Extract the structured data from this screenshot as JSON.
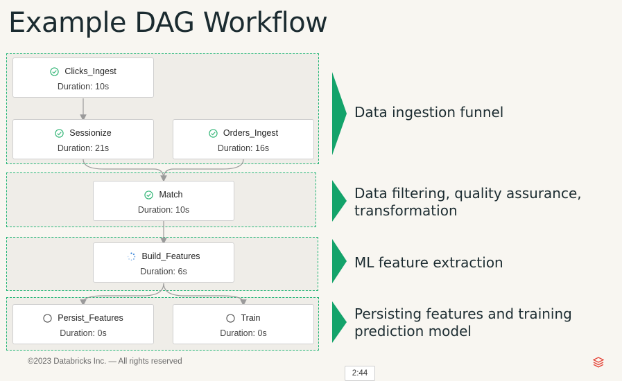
{
  "slide": {
    "title": "Example DAG Workflow",
    "footer": "©2023 Databricks Inc. — All rights reserved",
    "timer": "2:44"
  },
  "colors": {
    "accent_green": "#1fb574",
    "chevron_green": "#13a36a",
    "success_icon": "#35b678",
    "running_icon": "#2f7fd8",
    "pending_icon": "#555555",
    "logo_red": "#e5473b"
  },
  "nodes": {
    "clicks_ingest": {
      "name": "Clicks_Ingest",
      "duration": "Duration: 10s",
      "status_icon": "check-circle-icon"
    },
    "sessionize": {
      "name": "Sessionize",
      "duration": "Duration: 21s",
      "status_icon": "check-circle-icon"
    },
    "orders_ingest": {
      "name": "Orders_Ingest",
      "duration": "Duration: 16s",
      "status_icon": "check-circle-icon"
    },
    "match": {
      "name": "Match",
      "duration": "Duration: 10s",
      "status_icon": "check-circle-icon"
    },
    "build_features": {
      "name": "Build_Features",
      "duration": "Duration: 6s",
      "status_icon": "spinner-icon"
    },
    "persist_features": {
      "name": "Persist_Features",
      "duration": "Duration: 0s",
      "status_icon": "empty-circle-icon"
    },
    "train": {
      "name": "Train",
      "duration": "Duration: 0s",
      "status_icon": "empty-circle-icon"
    }
  },
  "stages": [
    {
      "label": "Data ingestion funnel"
    },
    {
      "label": "Data filtering, quality assurance, transformation"
    },
    {
      "label": "ML feature extraction"
    },
    {
      "label": "Persisting features and training prediction model"
    }
  ]
}
